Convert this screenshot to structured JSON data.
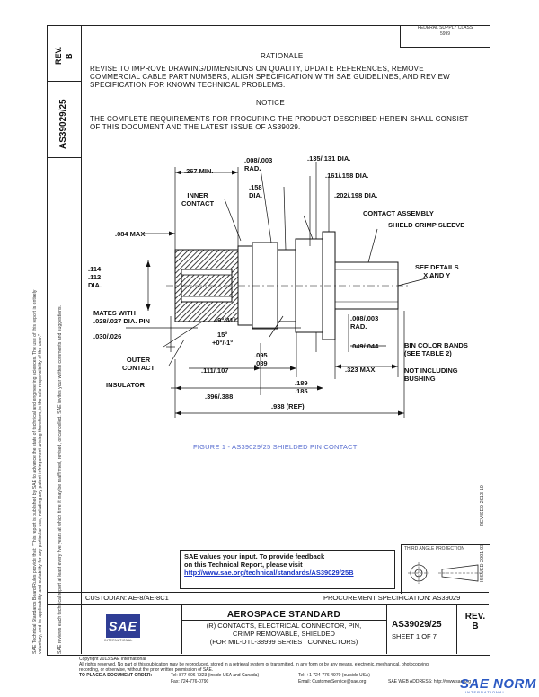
{
  "header": {
    "rev_label": "REV.",
    "rev_value": "B",
    "doc_number": "AS39029/25",
    "fed_reg": "FEDERAL SUPPLY CLASS",
    "fsc_code": "5999"
  },
  "rationale": {
    "heading": "RATIONALE",
    "text": "REVISE TO IMPROVE DRAWING/DIMENSIONS ON QUALITY, UPDATE REFERENCES, REMOVE COMMERCIAL CABLE PART NUMBERS, ALIGN SPECIFICATION WITH SAE GUIDELINES, AND REVIEW SPECIFICATION FOR KNOWN TECHNICAL PROBLEMS."
  },
  "notice": {
    "heading": "NOTICE",
    "text": "THE COMPLETE REQUIREMENTS FOR PROCURING THE PRODUCT DESCRIBED HEREIN SHALL CONSIST OF THIS DOCUMENT AND THE LATEST ISSUE OF AS39029."
  },
  "drawing": {
    "callouts": {
      "d267": ".267 MIN.",
      "d008": ".008/.003\nRAD.",
      "d135": ".135/.131 DIA.",
      "d158": ".158\nDIA.",
      "d161": ".161/.158 DIA.",
      "inner_contact": "INNER\nCONTACT",
      "d202": ".202/.198 DIA.",
      "contact_assembly": "CONTACT ASSEMBLY",
      "shield_crimp": "SHIELD CRIMP SLEEVE",
      "d084": ".084 MAX.",
      "d114": ".114\n.112\nDIA.",
      "see_details": "SEE DETAILS\nX AND Y",
      "mates_with": "MATES WITH\n.028/.027 DIA. PIN",
      "angle49": "49°/41°",
      "d008b": ".008/.003\nRAD.",
      "d030": ".030/.026",
      "angle15": "15°\n+0°/-1°",
      "d049": ".049/.044",
      "bin_color": "BIN COLOR BANDS\n(SEE TABLE 2)",
      "outer_contact": "OUTER\nCONTACT",
      "d095": ".095\n.089",
      "d323": ".323 MAX.",
      "not_including": "NOT INCLUDING\nBUSHING",
      "d111": ".111/.107",
      "insulator": "INSULATOR",
      "d189": ".189\n.185",
      "d396": ".396/.388",
      "d938": ".938 (REF)"
    },
    "caption": "FIGURE 1 - AS39029/25 SHIELDED PIN CONTACT"
  },
  "feedback": {
    "line1": "SAE values your input. To provide feedback",
    "line2": "on this Technical Report, please visit",
    "link": "http://www.sae.org/technical/standards/AS39029/25B"
  },
  "projection": {
    "label": "THIRD ANGLE PROJECTION"
  },
  "side_right": {
    "revised": "REVISED 2013-10",
    "issued": "ISSUED 2001-03"
  },
  "side_left": {
    "line1": "SAE Technical Standards Board Rules provide that: \"This report is published by SAE to advance the state of technical and engineering sciences. The use of this report is entirely",
    "line2": "voluntary, and its applicability and suitability for any particular use, including any patent infringement arising therefrom, is the sole responsibility of the user.\"",
    "line3": "SAE reviews each technical report at least every five years at which time it may be reaffirmed, revised, or cancelled. SAE invites your written comments and suggestions."
  },
  "title_block": {
    "custodian": "CUSTODIAN: AE-8/AE-8C1",
    "procurement": "PROCUREMENT SPECIFICATION: AS39029",
    "logo_text": "SAE",
    "logo_sub": "INTERNATIONAL",
    "title": "AEROSPACE STANDARD",
    "desc1": "(R) CONTACTS, ELECTRICAL CONNECTOR, PIN,",
    "desc2": "CRIMP REMOVABLE, SHIELDED",
    "desc3": "(FOR MIL-DTL-38999 SERIES I CONNECTORS)",
    "doc_number": "AS39029/25",
    "sheet": "SHEET 1 OF 7",
    "rev_label": "REV.",
    "rev_value": "B"
  },
  "footer": {
    "copyright": "Copyright 2013 SAE International",
    "rights": "All rights reserved. No part of this publication may be reproduced, stored in a retrieval system or transmitted, in any form or by any means, electronic, mechanical, photocopying,",
    "rights2": "recording, or otherwise, without the prior written permission of SAE.",
    "order_label": "TO PLACE A DOCUMENT ORDER:",
    "tel1": "Tel:   877-606-7323 (inside USA and Canada)",
    "tel2": "Tel:   +1 724-776-4970 (outside USA)",
    "fax": "Fax:   724-776-0790",
    "email": "Email: CustomerService@sae.org",
    "web": "SAE WEB ADDRESS:   http://www.sae.org"
  },
  "watermark": {
    "text": "SAE NORM",
    "sub": "INTERNATIONAL"
  }
}
